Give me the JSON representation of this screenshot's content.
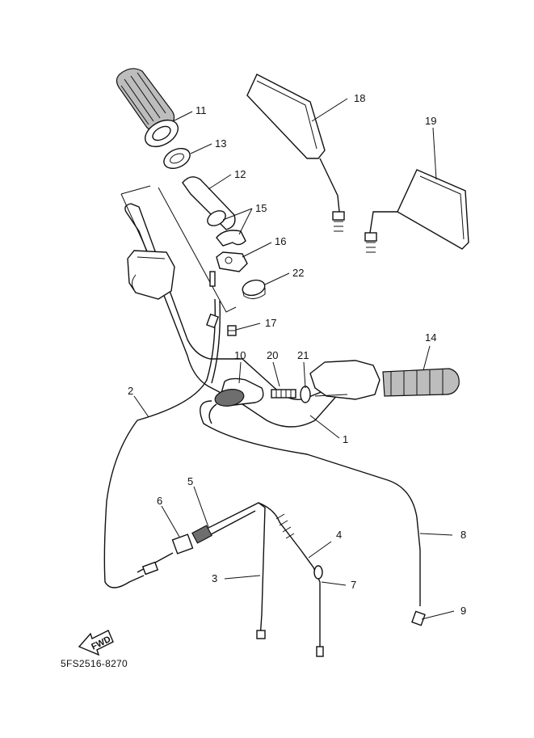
{
  "diagram": {
    "part_code": "5FS2516-8270",
    "fwd_label": "FWD",
    "callouts": [
      {
        "id": "c1",
        "text": "1"
      },
      {
        "id": "c2",
        "text": "2"
      },
      {
        "id": "c3",
        "text": "3"
      },
      {
        "id": "c4",
        "text": "4"
      },
      {
        "id": "c5",
        "text": "5"
      },
      {
        "id": "c6",
        "text": "6"
      },
      {
        "id": "c7",
        "text": "7"
      },
      {
        "id": "c8",
        "text": "8"
      },
      {
        "id": "c9",
        "text": "9"
      },
      {
        "id": "c10",
        "text": "10"
      },
      {
        "id": "c11",
        "text": "11"
      },
      {
        "id": "c12",
        "text": "12"
      },
      {
        "id": "c13",
        "text": "13"
      },
      {
        "id": "c14",
        "text": "14"
      },
      {
        "id": "c15",
        "text": "15"
      },
      {
        "id": "c16",
        "text": "16"
      },
      {
        "id": "c17",
        "text": "17"
      },
      {
        "id": "c18",
        "text": "18"
      },
      {
        "id": "c19",
        "text": "19"
      },
      {
        "id": "c20",
        "text": "20"
      },
      {
        "id": "c21",
        "text": "21"
      },
      {
        "id": "c22",
        "text": "22"
      }
    ]
  }
}
